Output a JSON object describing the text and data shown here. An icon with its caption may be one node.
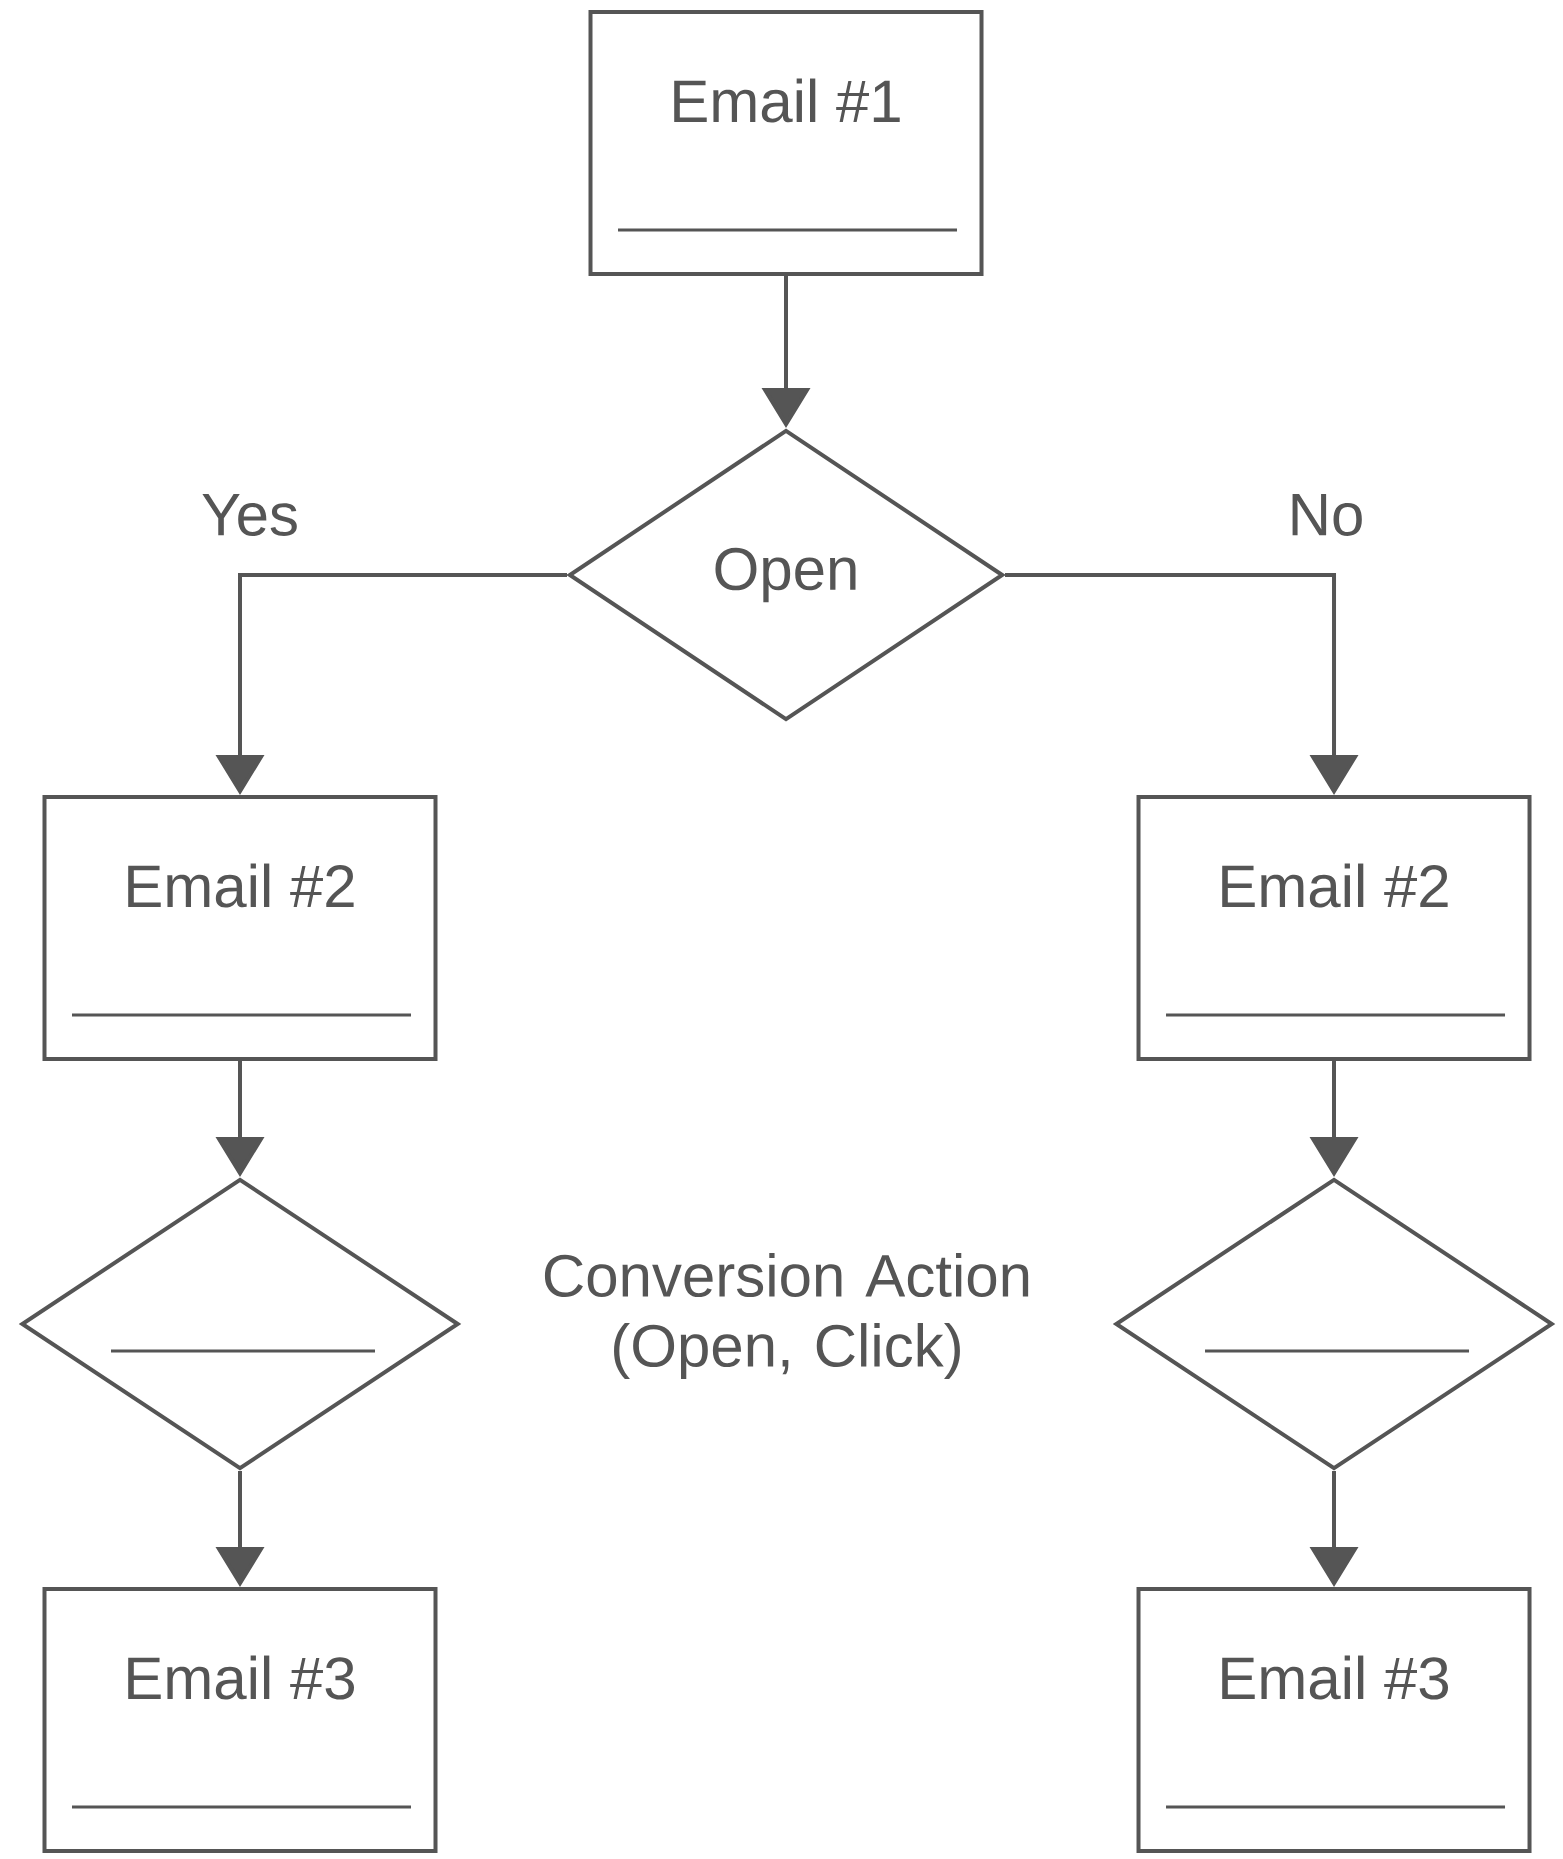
{
  "diagram": {
    "nodes": [
      {
        "text": [
          "Email #1"
        ]
      },
      {
        "text": [
          "Open"
        ]
      },
      {
        "text": [
          "Email #2"
        ]
      },
      {
        "text": [
          "Email #2"
        ]
      },
      {
        "text": [],
        "shape": "diamond"
      },
      {
        "text": [],
        "shape": "diamond"
      },
      {
        "text": [
          "Email #3"
        ]
      },
      {
        "text": [
          "Email #3"
        ]
      }
    ],
    "edges": [
      {
        "from": 0,
        "to": 1,
        "arrow": "to"
      },
      {
        "from": 1,
        "to": 2,
        "arrow": "to",
        "label": "Yes"
      },
      {
        "from": 1,
        "to": 3,
        "arrow": "to",
        "label": "No"
      },
      {
        "from": 2,
        "to": 4,
        "arrow": "to"
      },
      {
        "from": 3,
        "to": 5,
        "arrow": "to"
      },
      {
        "from": 4,
        "to": 6,
        "arrow": "to"
      },
      {
        "from": 5,
        "to": 7,
        "arrow": "to"
      }
    ],
    "labels": [
      "Conversion Action (Open, Click)"
    ]
  }
}
